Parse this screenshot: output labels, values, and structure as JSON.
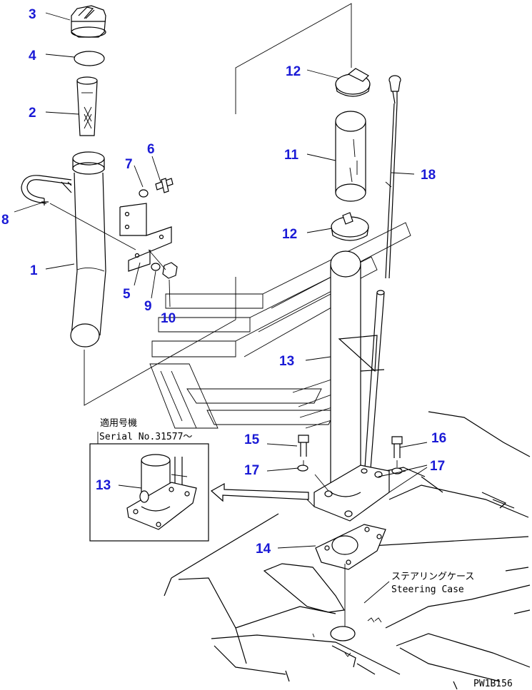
{
  "callouts": [
    {
      "id": "c3",
      "text": "3"
    },
    {
      "id": "c4",
      "text": "4"
    },
    {
      "id": "c2",
      "text": "2"
    },
    {
      "id": "c6",
      "text": "6"
    },
    {
      "id": "c7",
      "text": "7"
    },
    {
      "id": "c8",
      "text": "8"
    },
    {
      "id": "c1",
      "text": "1"
    },
    {
      "id": "c5",
      "text": "5"
    },
    {
      "id": "c9",
      "text": "9"
    },
    {
      "id": "c10",
      "text": "10"
    },
    {
      "id": "c12a",
      "text": "12"
    },
    {
      "id": "c11",
      "text": "11"
    },
    {
      "id": "c18",
      "text": "18"
    },
    {
      "id": "c12b",
      "text": "12"
    },
    {
      "id": "c13",
      "text": "13"
    },
    {
      "id": "c15",
      "text": "15"
    },
    {
      "id": "c16",
      "text": "16"
    },
    {
      "id": "c17a",
      "text": "17"
    },
    {
      "id": "c17b",
      "text": "17"
    },
    {
      "id": "c13inset",
      "text": "13"
    },
    {
      "id": "c14",
      "text": "14"
    }
  ],
  "inset": {
    "heading_jp": "適用号機",
    "serial": "Serial No.31577～"
  },
  "steering_case": {
    "label_jp": "ステアリングケース",
    "label_en": "Steering Case"
  },
  "drawing_code": "PW1B156"
}
